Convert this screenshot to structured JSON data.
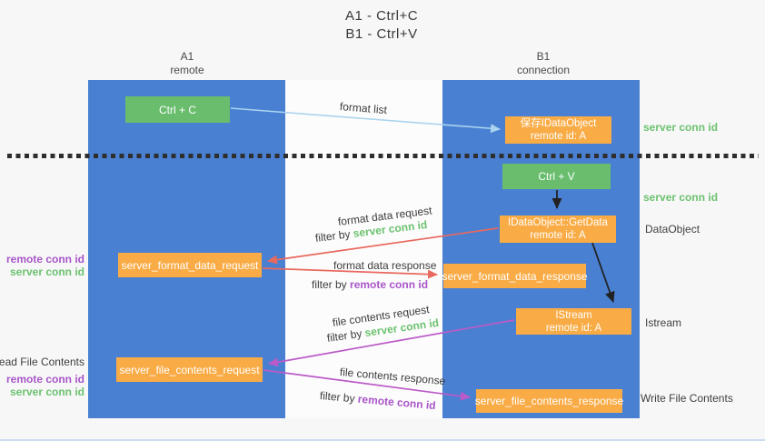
{
  "title": {
    "line1": "A1 - Ctrl+C",
    "line2": "B1 - Ctrl+V"
  },
  "lanes": {
    "left": {
      "name": "A1",
      "subtitle": "remote"
    },
    "right": {
      "name": "B1",
      "subtitle": "connection"
    }
  },
  "nodes": {
    "ctrl_c": {
      "label": "Ctrl + C"
    },
    "ctrl_v": {
      "label": "Ctrl + V"
    },
    "save_idataobject": {
      "line1": "保存IDataObject",
      "line2": "remote id: A"
    },
    "getdata": {
      "line1": "IDataObject::GetData",
      "line2": "remote id: A"
    },
    "istream": {
      "line1": "IStream",
      "line2": "remote id: A"
    },
    "format_data_request": {
      "label": "server_format_data_request"
    },
    "format_data_response": {
      "label": "server_format_data_response"
    },
    "file_contents_request": {
      "label": "server_file_contents_request"
    },
    "file_contents_response": {
      "label": "server_file_contents_response"
    }
  },
  "flow_labels": {
    "format_list": "format list",
    "format_data_request": "format data request",
    "format_data_response": "format data response",
    "file_contents_request": "file contents request",
    "file_contents_response": "file contents response",
    "filter_by": "filter by",
    "server_conn_id": "server conn id",
    "remote_conn_id": "remote conn id"
  },
  "side_labels": {
    "left": {
      "remote_conn_id_1": "remote conn id",
      "server_conn_id_1": "server conn id",
      "read_file_contents": "Read File Contents",
      "remote_conn_id_2": "remote conn id",
      "server_conn_id_2": "server conn id"
    },
    "right": {
      "server_conn_id_1": "server conn id",
      "server_conn_id_2": "server conn id",
      "dataobject": "DataObject",
      "istream": "Istream",
      "write_file_contents": "Write File Contents"
    }
  },
  "colors": {
    "lane_blue": "#4a80d2",
    "box_green": "#69bd6d",
    "box_orange": "#f9ab45",
    "arrow_blue": "#a9d3ee",
    "arrow_red": "#e8695e",
    "arrow_purple": "#bb5bc8",
    "arrow_black": "#222222",
    "label_green": "#6cc26f",
    "label_purple": "#a855c8"
  }
}
